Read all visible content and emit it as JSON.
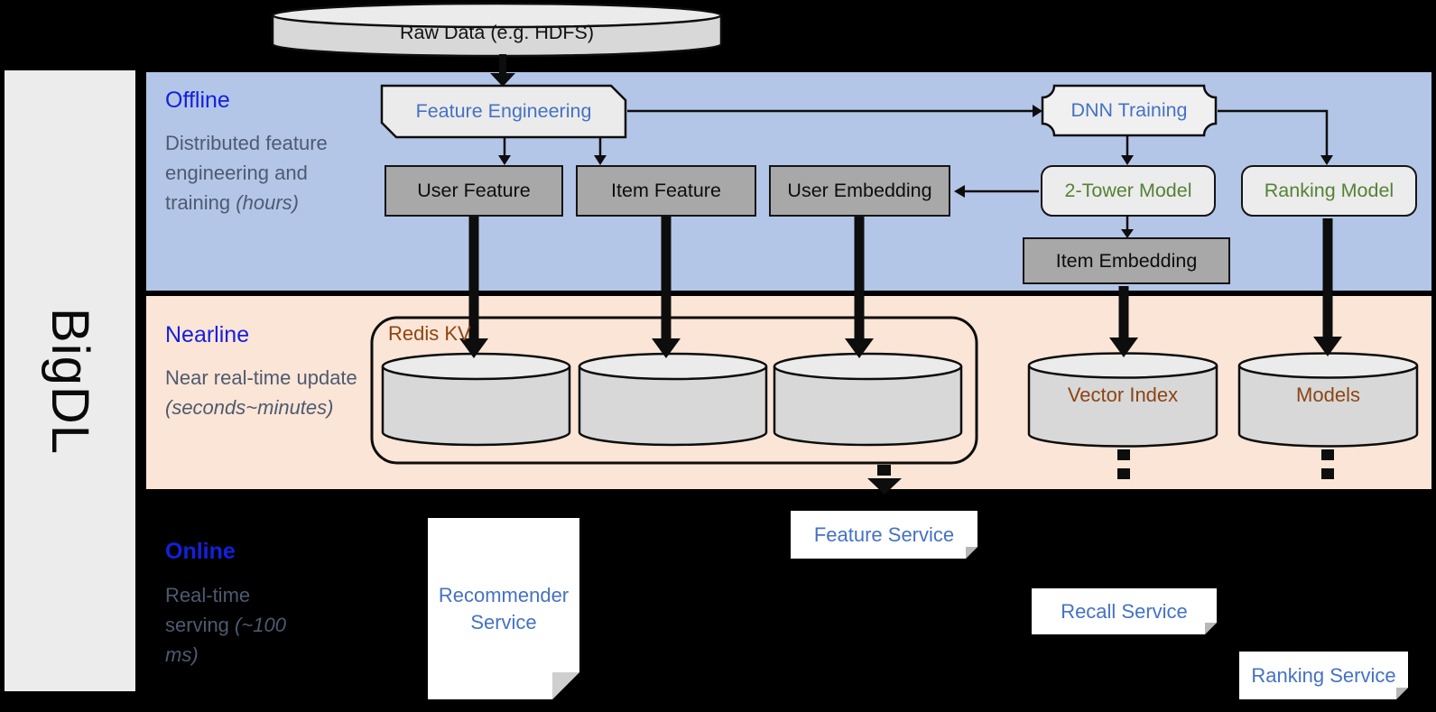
{
  "product": {
    "name": "BigDL"
  },
  "raw_data": {
    "label": "Raw Data (e.g. HDFS)"
  },
  "sections": {
    "offline": {
      "title": "Offline",
      "desc": "Distributed feature engineering and training",
      "em": "(hours)"
    },
    "nearline": {
      "title": "Nearline",
      "desc": "Near real-time update",
      "em": "(seconds~minutes)"
    },
    "online": {
      "title": "Online",
      "desc": "Real-time serving",
      "em": "(~100 ms)"
    }
  },
  "nodes": {
    "feature_engineering": "Feature Engineering",
    "dnn_training": "DNN Training",
    "user_feature": "User Feature",
    "item_feature": "Item Feature",
    "user_embedding": "User Embedding",
    "two_tower_model": "2-Tower Model",
    "ranking_model": "Ranking Model",
    "item_embedding": "Item Embedding",
    "redis_kv": "Redis KV",
    "vector_index": "Vector Index",
    "models": "Models",
    "recommender_service": "Recommender Service",
    "feature_service": "Feature Service",
    "recall_service": "Recall Service",
    "ranking_service": "Ranking Service"
  },
  "colors": {
    "offline_band": "#b3c6e8",
    "nearline_band": "#fbe5d6",
    "sidebar_gray": "#ececec",
    "node_gray": "#a8a8a8",
    "accent_blue": "#4472c4",
    "accent_green": "#548235",
    "accent_brown": "#8c4513",
    "section_title_blue": "#1420dd",
    "section_desc_gray": "#4e5a70"
  }
}
